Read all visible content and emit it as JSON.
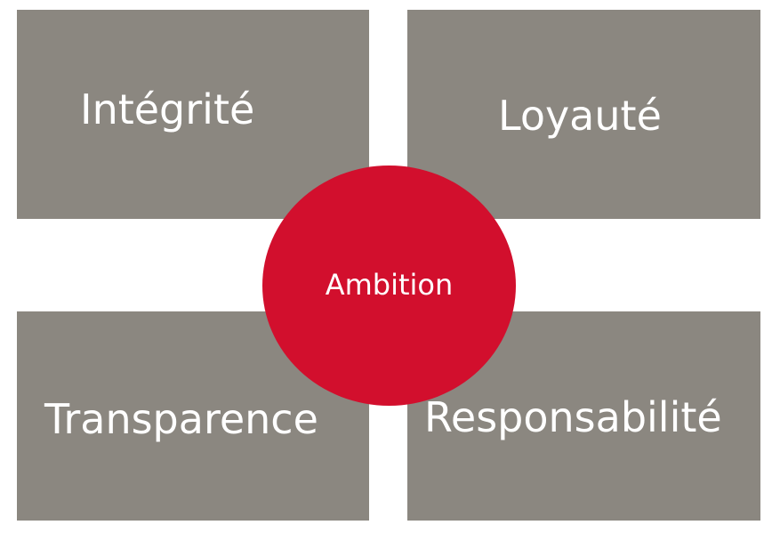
{
  "quadrants": [
    {
      "label": "Intégrité"
    },
    {
      "label": "Loyauté"
    },
    {
      "label": "Transparence"
    },
    {
      "label": "Responsabilité"
    }
  ],
  "center": {
    "label": "Ambition"
  },
  "colors": {
    "box": "#8b8780",
    "center": "#d20f2d",
    "text": "#ffffff",
    "background": "#ffffff"
  }
}
